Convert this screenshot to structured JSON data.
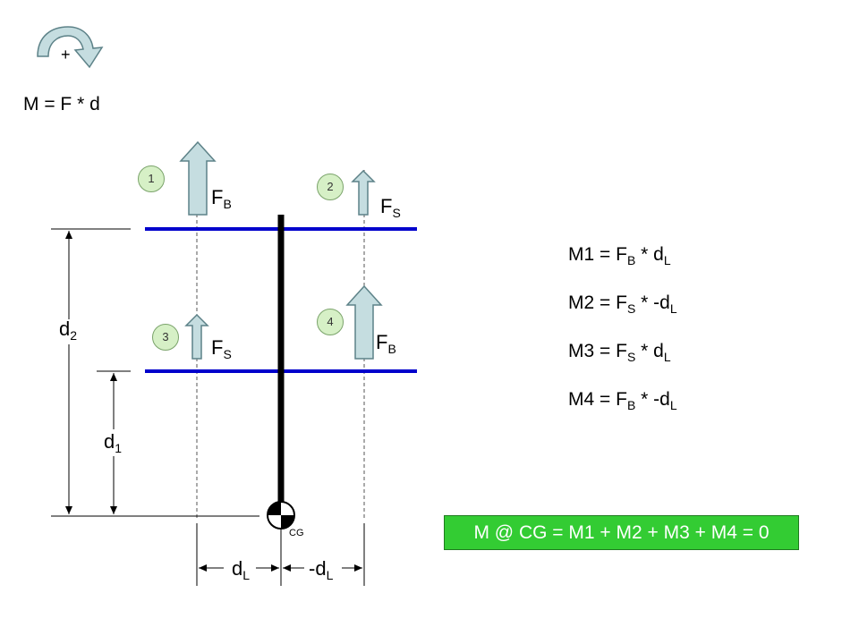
{
  "sign_convention": {
    "plus": "+",
    "formula": "M = F * d"
  },
  "markers": [
    "1",
    "2",
    "3",
    "4"
  ],
  "forces": {
    "F": "F",
    "sub_B": "B",
    "sub_S": "S"
  },
  "distances": {
    "d": "d",
    "sub_1": "1",
    "sub_2": "2",
    "sub_L": "L",
    "minus_d": "-d"
  },
  "cg_label": "CG",
  "equations": [
    {
      "lhs": "M1 = ",
      "f": "F",
      "fsub": "B",
      "op": " * ",
      "d": "d",
      "dsub": "L"
    },
    {
      "lhs": "M2 = ",
      "f": "F",
      "fsub": "S",
      "op": " * ",
      "d": "-d",
      "dsub": "L"
    },
    {
      "lhs": "M3 = ",
      "f": "F",
      "fsub": "S",
      "op": " * ",
      "d": "d",
      "dsub": "L"
    },
    {
      "lhs": "M4 = ",
      "f": "F",
      "fsub": "B",
      "op": " * ",
      "d": "-d",
      "dsub": "L"
    }
  ],
  "sum_equation": "M @ CG = M1 + M2 + M3 + M4 = 0",
  "colors": {
    "beam": "#0000cc",
    "mast": "#000000",
    "arrow_fill": "#c5dde0",
    "arrow_stroke": "#5d8288",
    "marker_fill": "#d6f0c6",
    "sum_box": "#33cc33"
  }
}
